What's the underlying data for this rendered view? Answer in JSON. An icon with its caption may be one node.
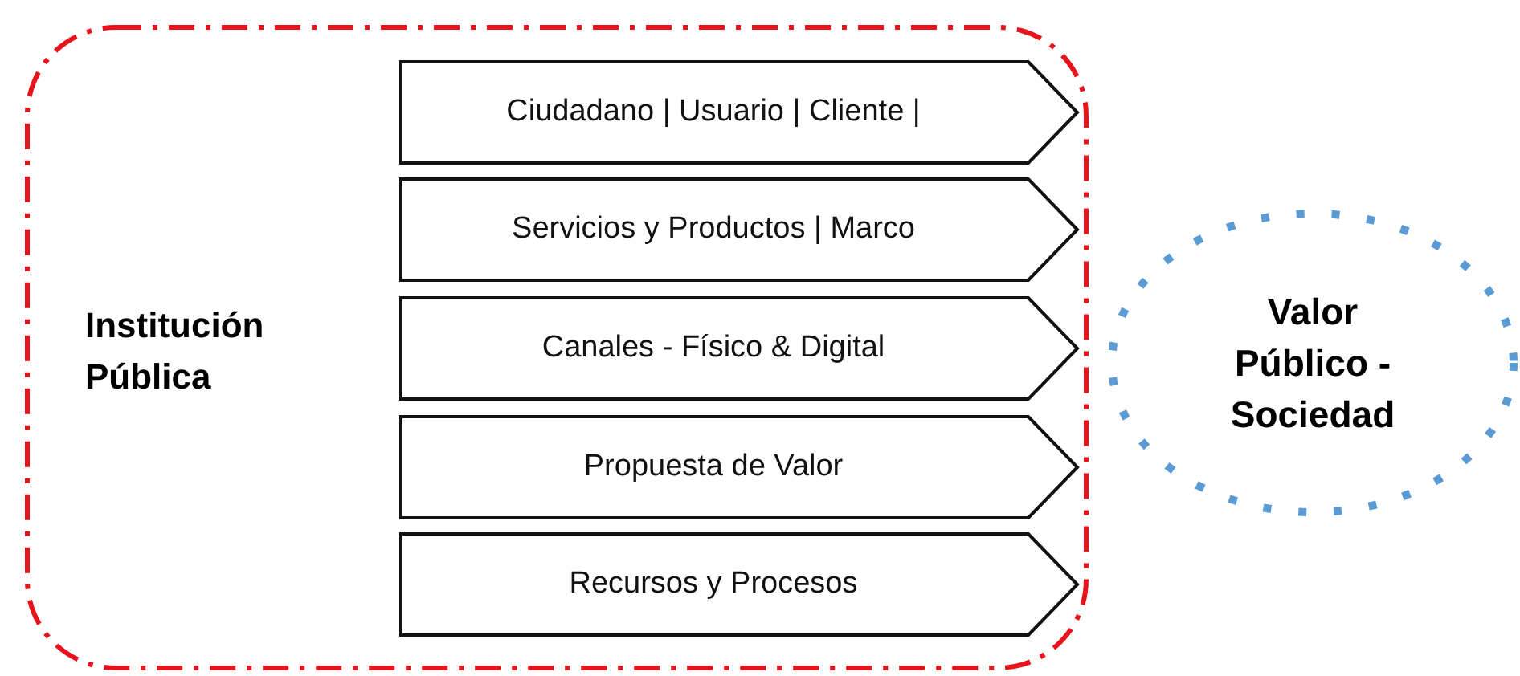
{
  "diagram": {
    "nodes": [
      {
        "text": [
          "Institución Pública"
        ]
      },
      {
        "text": [
          "Ciudadano | Usuario | Cliente |"
        ],
        "in": 0
      },
      {
        "text": [
          "Servicios y Productos | Marco"
        ],
        "in": 0
      },
      {
        "text": [
          "Canales - Físico & Digital"
        ],
        "in": 0
      },
      {
        "text": [
          "Propuesta de Valor"
        ],
        "in": 0
      },
      {
        "text": [
          "Recursos y Procesos"
        ],
        "in": 0
      },
      {
        "text": [
          "Valor Público - Sociedad"
        ]
      }
    ]
  }
}
